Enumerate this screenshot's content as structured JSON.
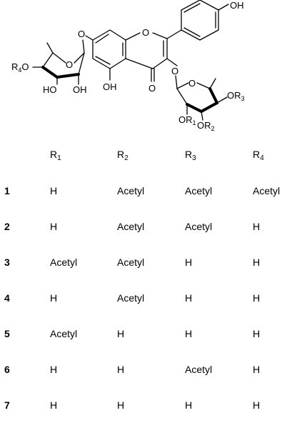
{
  "structure": {
    "labels": {
      "oh_top": "OH",
      "o_ring": "O",
      "o_left": "O",
      "o_right": "O",
      "o_keto": "O",
      "oh_5": "OH",
      "o_sugar_left": "O",
      "o_sugar_right": "O",
      "r4_label": "R",
      "r4_sub": "4",
      "r4_o": "O",
      "ho_left": "HO",
      "oh_left": "OH",
      "or3_label": "OR",
      "or3_sub": "3",
      "or2_label": "OR",
      "or2_sub": "2",
      "or1_label": "OR",
      "or1_sub": "1"
    }
  },
  "table": {
    "headers": [
      {
        "main": "",
        "sub": ""
      },
      {
        "main": "R",
        "sub": "1"
      },
      {
        "main": "R",
        "sub": "2"
      },
      {
        "main": "R",
        "sub": "3"
      },
      {
        "main": "R",
        "sub": "4"
      }
    ],
    "rows": [
      [
        "1",
        "H",
        "Acetyl",
        "Acetyl",
        "Acetyl"
      ],
      [
        "2",
        "H",
        "Acetyl",
        "Acetyl",
        "H"
      ],
      [
        "3",
        "Acetyl",
        "Acetyl",
        "H",
        "H"
      ],
      [
        "4",
        "H",
        "Acetyl",
        "H",
        "H"
      ],
      [
        "5",
        "Acetyl",
        "H",
        "H",
        "H"
      ],
      [
        "6",
        "H",
        "H",
        "Acetyl",
        "H"
      ],
      [
        "7",
        "H",
        "H",
        "H",
        "H"
      ]
    ]
  }
}
